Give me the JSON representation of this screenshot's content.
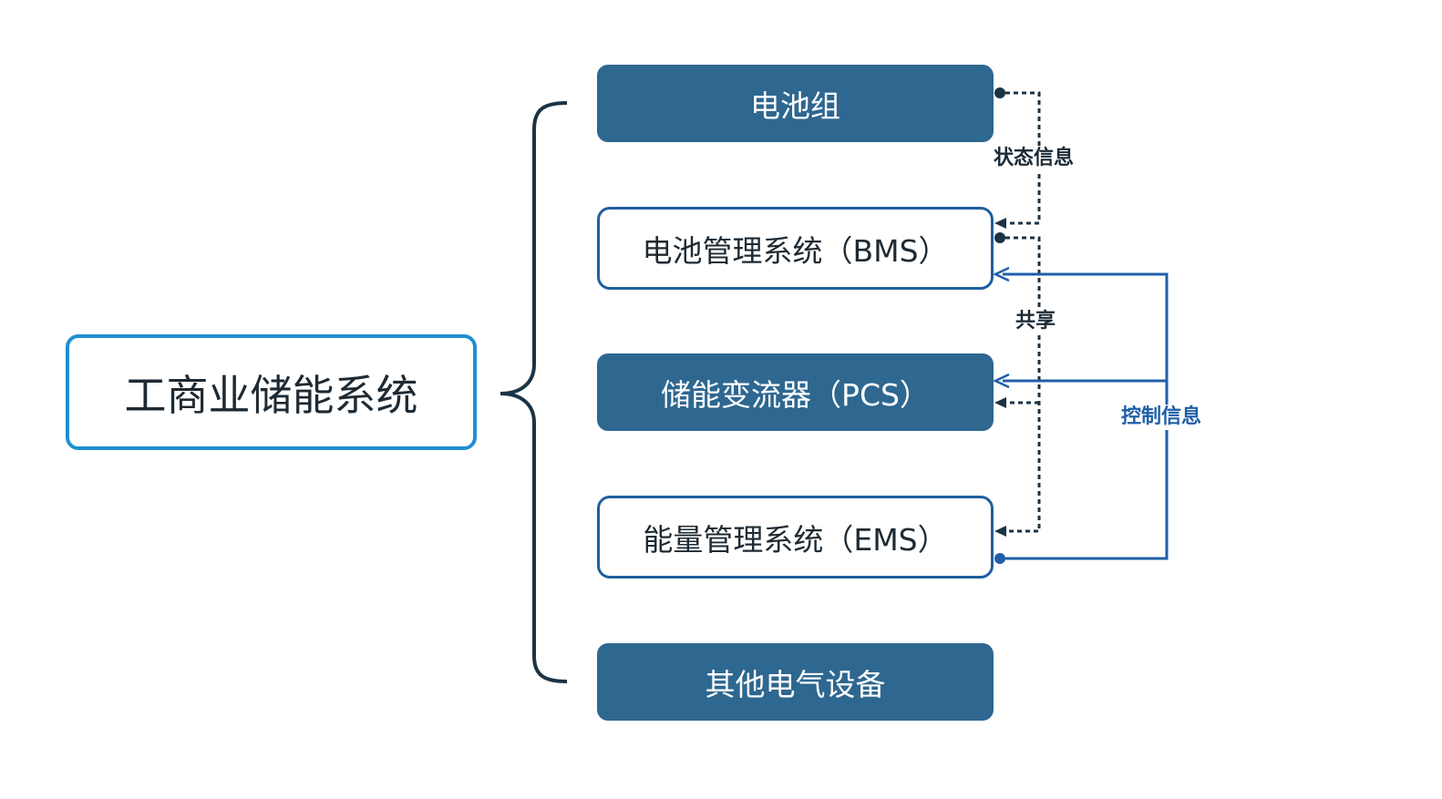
{
  "root": {
    "label": "工商业储能系统"
  },
  "components": [
    {
      "id": "battery-pack",
      "label": "电池组",
      "style": "filled"
    },
    {
      "id": "bms",
      "label": "电池管理系统（BMS）",
      "style": "outlined"
    },
    {
      "id": "pcs",
      "label": "储能变流器（PCS）",
      "style": "filled"
    },
    {
      "id": "ems",
      "label": "能量管理系统（EMS）",
      "style": "outlined"
    },
    {
      "id": "other-electrical",
      "label": "其他电气设备",
      "style": "filled"
    }
  ],
  "annotations": {
    "status_info": "状态信息",
    "shared": "共享",
    "control_info": "控制信息"
  },
  "colors": {
    "filled_box": "#2e6790",
    "outlined_border": "#1f5f9e",
    "root_border": "#1f8fd1",
    "brace": "#1b3345",
    "dashed_line": "#1b3345",
    "control_line": "#1f5fa8"
  }
}
